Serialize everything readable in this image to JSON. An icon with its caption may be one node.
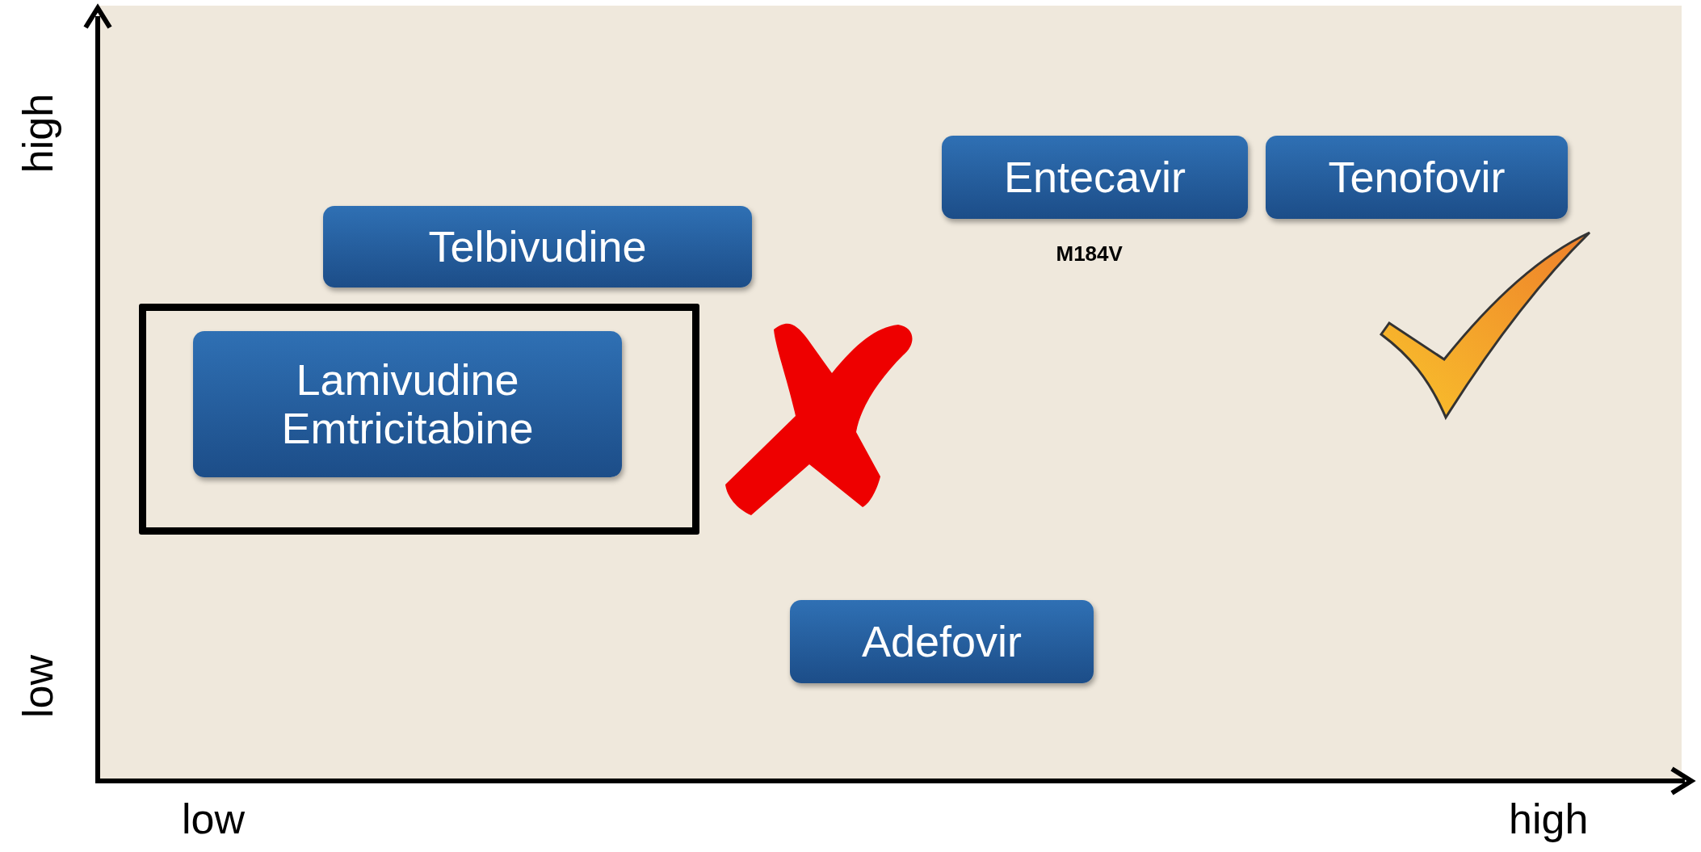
{
  "diagram": {
    "nodes": [
      {
        "text": [
          "Entecavir"
        ],
        "beside": [
          "M184V"
        ]
      },
      {
        "text": [
          "Tenofovir"
        ]
      },
      {
        "text": [
          "Telbivudine"
        ]
      },
      {
        "text": [],
        "shape": "box"
      },
      {
        "text": [
          "Lamivudine",
          "Emtricitabine"
        ],
        "in": 3
      },
      {
        "text": [
          "Adefovir"
        ]
      }
    ],
    "edges": [],
    "labels": [
      "high",
      "low",
      "low",
      "high"
    ]
  }
}
